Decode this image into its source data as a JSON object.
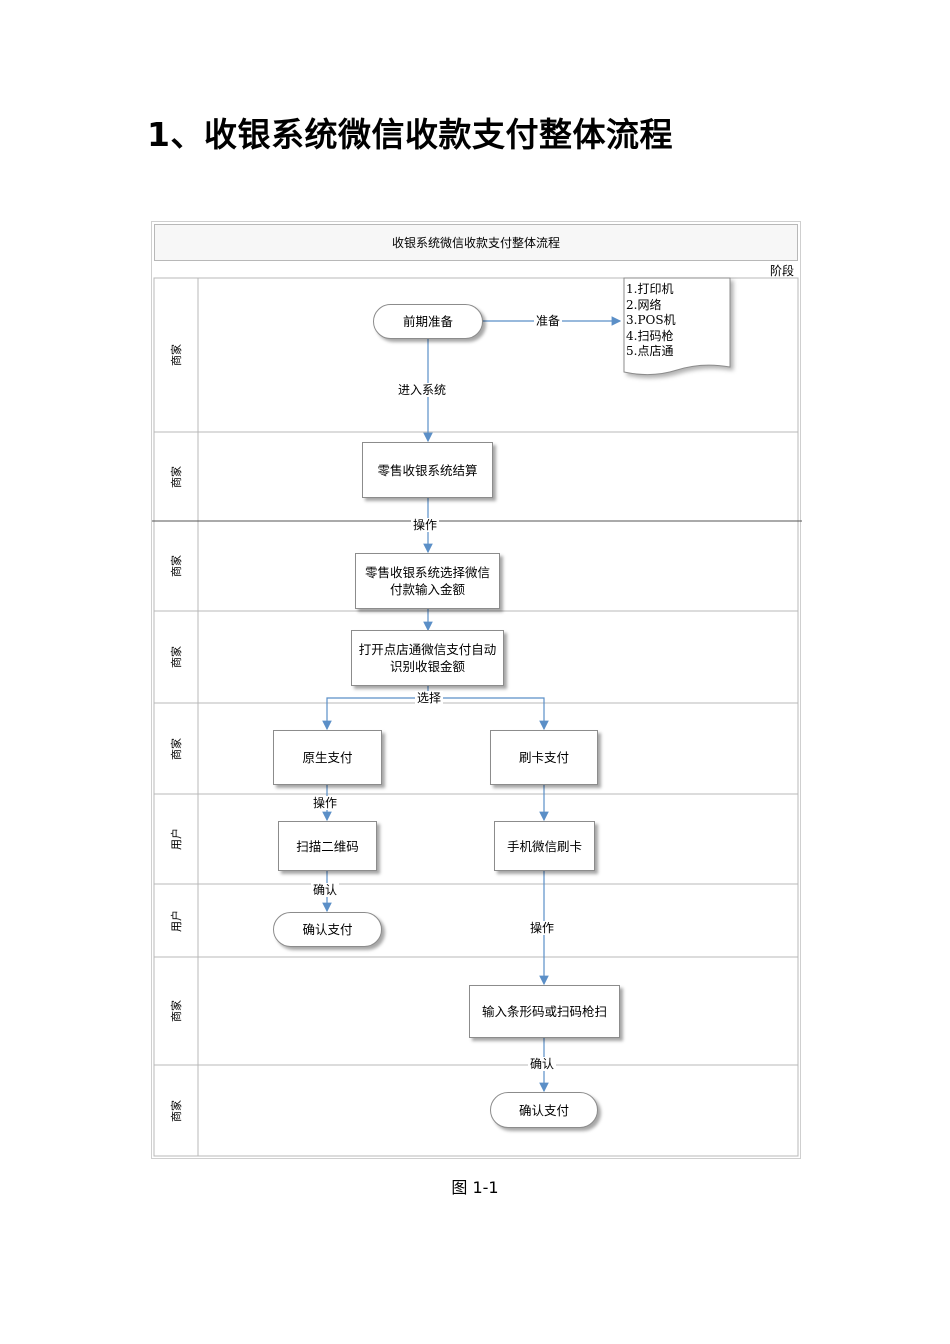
{
  "heading": "1、收银系统微信收款支付整体流程",
  "diagram": {
    "title": "收银系统微信收款支付整体流程",
    "stage_label": "阶段",
    "lanes": [
      "商家",
      "商家",
      "商家",
      "商家",
      "商家",
      "用户",
      "用户",
      "商家",
      "商家"
    ],
    "nodes": {
      "prep": "前期准备",
      "retail_checkout": "零售收银系统结算",
      "select_wechat": "零售收银系统选择微信付款输入金额",
      "open_dianpu": "打开点店通微信支付自动识别收银金额",
      "native_pay": "原生支付",
      "card_pay": "刷卡支付",
      "scan_qr": "扫描二维码",
      "phone_card": "手机微信刷卡",
      "confirm_user": "确认支付",
      "input_barcode": "输入条形码或扫码枪扫",
      "confirm_merchant": "确认支付"
    },
    "prep_items": [
      "1.打印机",
      "2.网络",
      "3.POS机",
      "4.扫码枪",
      "5.点店通"
    ],
    "edge_labels": {
      "prepare": "准备",
      "enter_system": "进入系统",
      "operate_1": "操作",
      "choose": "选择",
      "operate_2": "操作",
      "confirm_1": "确认",
      "operate_3": "操作",
      "confirm_2": "确认"
    }
  },
  "caption": "图 1-1"
}
